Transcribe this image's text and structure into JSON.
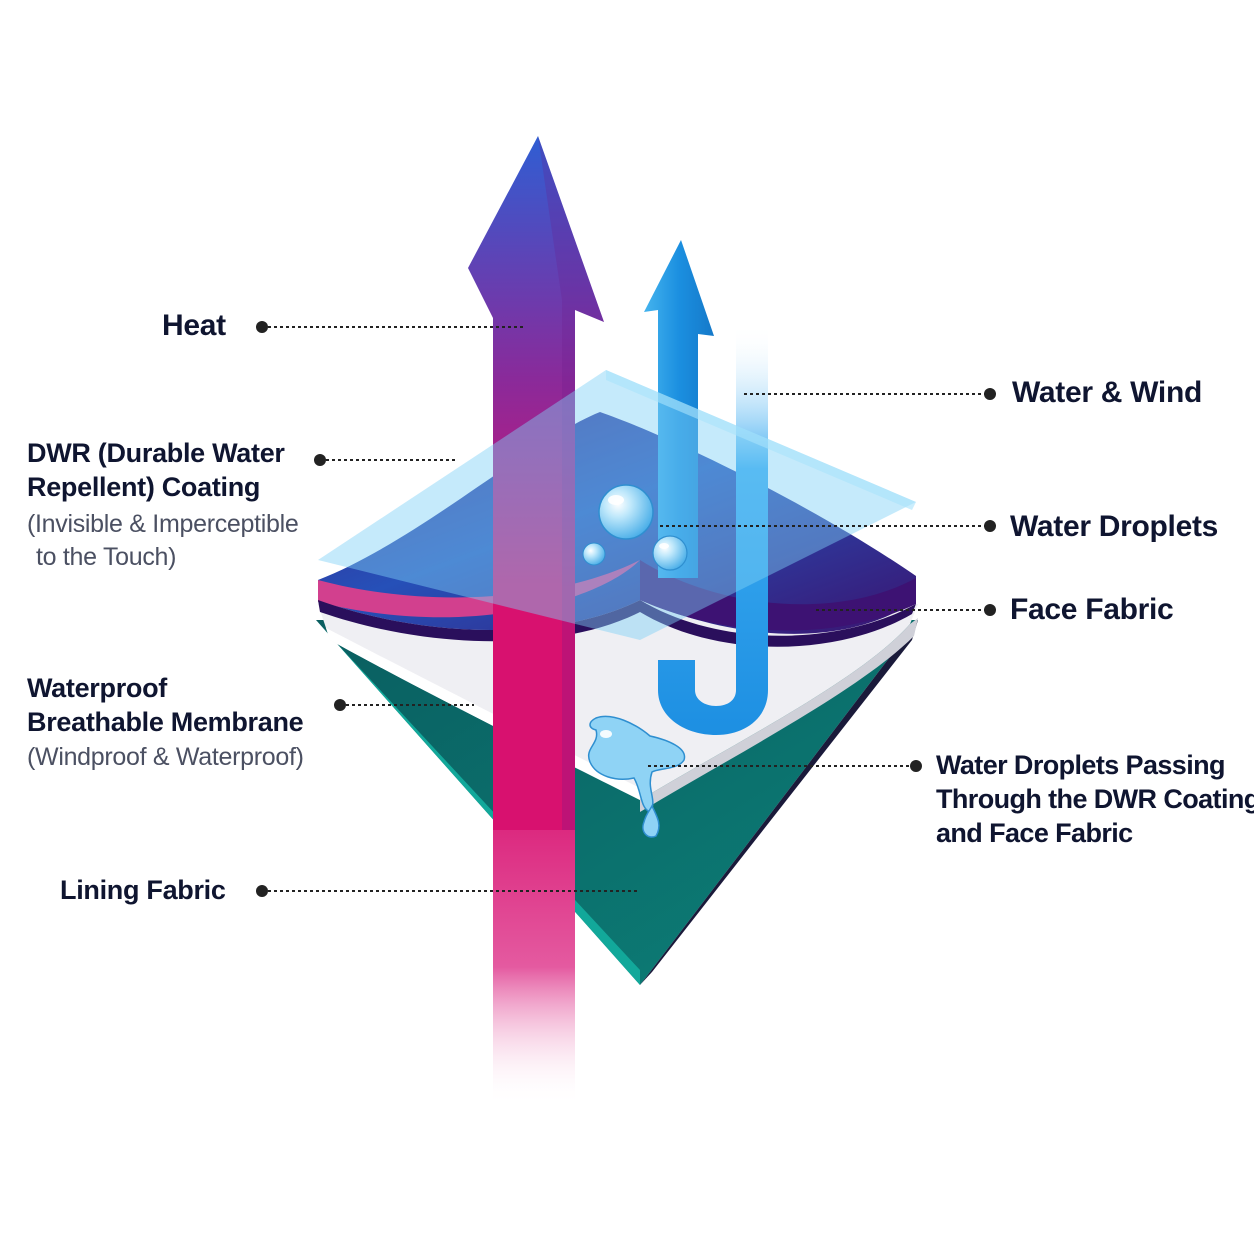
{
  "labels": {
    "heat": {
      "title": "Heat"
    },
    "dwr": {
      "title_line1": "DWR (Durable Water",
      "title_line2": "Repellent) Coating",
      "sub_line1": "(Invisible & Imperceptible",
      "sub_line2": "to the Touch)"
    },
    "membrane": {
      "title_line1": "Waterproof",
      "title_line2": "Breathable Membrane",
      "sub_line1": "(Windproof & Waterproof)"
    },
    "lining": {
      "title": "Lining Fabric"
    },
    "water_wind": {
      "title": "Water & Wind"
    },
    "water_droplets": {
      "title": "Water Droplets"
    },
    "face_fabric": {
      "title": "Face Fabric"
    },
    "droplets_passing": {
      "line1": "Water Droplets Passing",
      "line2": "Through the DWR Coating",
      "line3": "and Face Fabric"
    }
  },
  "colors": {
    "heat_arrow_top": "#2f5ed3",
    "heat_arrow_mid": "#8a2a9a",
    "heat_arrow_bottom": "#d8116f",
    "water_arrow": "#1e95e2",
    "dwr_layer": "#7fd1f7",
    "face_fabric_top": "#2b50b8",
    "face_fabric_dark": "#3d1273",
    "face_fabric_edge": "#d2408e",
    "membrane": "#eeeef2",
    "lining": "#0f7a78",
    "lining_edge": "#12a89a",
    "droplet": "#8fd3f5",
    "leader": "#222222"
  }
}
